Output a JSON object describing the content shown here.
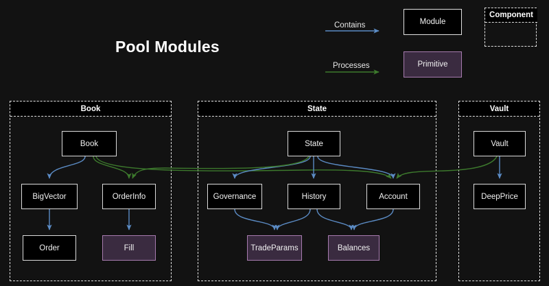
{
  "title": "Pool Modules",
  "background_color": "#121212",
  "legend": {
    "edges": [
      {
        "label": "Contains",
        "kind": "contains",
        "color": "#5b8bc4"
      },
      {
        "label": "Processes",
        "kind": "processes",
        "color": "#3d7a2d"
      }
    ],
    "node_types": [
      {
        "label": "Module",
        "style": "module",
        "fill": "#000000",
        "border": "#e3e3e3"
      },
      {
        "label": "Primitive",
        "style": "primitive",
        "fill": "#3a2b40",
        "border": "#a87cb0"
      }
    ],
    "container_label": "Component"
  },
  "groups": [
    {
      "id": "book",
      "label": "Book"
    },
    {
      "id": "state",
      "label": "State"
    },
    {
      "id": "vault",
      "label": "Vault"
    }
  ],
  "nodes": {
    "book": {
      "label": "Book",
      "type": "module",
      "group": "book"
    },
    "bigvector": {
      "label": "BigVector",
      "type": "module",
      "group": "book"
    },
    "orderinfo": {
      "label": "OrderInfo",
      "type": "module",
      "group": "book"
    },
    "order": {
      "label": "Order",
      "type": "module",
      "group": "book"
    },
    "fill": {
      "label": "Fill",
      "type": "primitive",
      "group": "book"
    },
    "state": {
      "label": "State",
      "type": "module",
      "group": "state"
    },
    "governance": {
      "label": "Governance",
      "type": "module",
      "group": "state"
    },
    "history": {
      "label": "History",
      "type": "module",
      "group": "state"
    },
    "account": {
      "label": "Account",
      "type": "module",
      "group": "state"
    },
    "tradeparams": {
      "label": "TradeParams",
      "type": "primitive",
      "group": "state"
    },
    "balances": {
      "label": "Balances",
      "type": "primitive",
      "group": "state"
    },
    "vault": {
      "label": "Vault",
      "type": "module",
      "group": "vault"
    },
    "deepprice": {
      "label": "DeepPrice",
      "type": "module",
      "group": "vault"
    }
  },
  "edges": [
    {
      "from": "book",
      "to": "bigvector",
      "kind": "contains"
    },
    {
      "from": "book",
      "to": "orderinfo",
      "kind": "processes"
    },
    {
      "from": "book",
      "to": "account",
      "kind": "processes"
    },
    {
      "from": "bigvector",
      "to": "order",
      "kind": "contains"
    },
    {
      "from": "orderinfo",
      "to": "fill",
      "kind": "contains"
    },
    {
      "from": "state",
      "to": "governance",
      "kind": "contains"
    },
    {
      "from": "state",
      "to": "history",
      "kind": "contains"
    },
    {
      "from": "state",
      "to": "account",
      "kind": "contains"
    },
    {
      "from": "state",
      "to": "orderinfo",
      "kind": "processes"
    },
    {
      "from": "governance",
      "to": "tradeparams",
      "kind": "contains"
    },
    {
      "from": "history",
      "to": "tradeparams",
      "kind": "contains"
    },
    {
      "from": "history",
      "to": "balances",
      "kind": "contains"
    },
    {
      "from": "account",
      "to": "balances",
      "kind": "contains"
    },
    {
      "from": "vault",
      "to": "deepprice",
      "kind": "contains"
    },
    {
      "from": "vault",
      "to": "account",
      "kind": "processes"
    }
  ]
}
